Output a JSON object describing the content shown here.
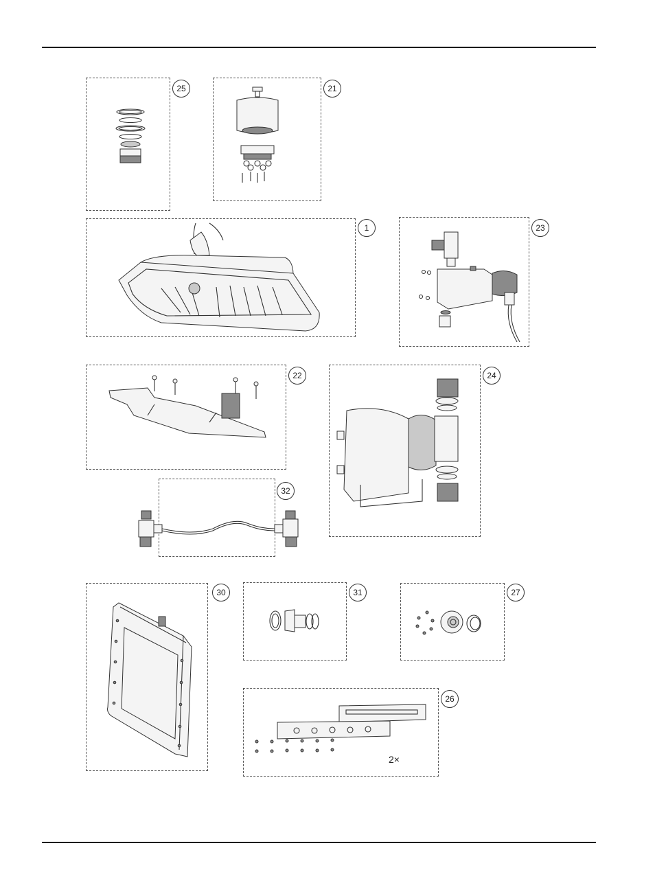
{
  "callouts": {
    "p25": "25",
    "p21": "21",
    "p1": "1",
    "p23": "23",
    "p22": "22",
    "p24": "24",
    "p32": "32",
    "p30": "30",
    "p31": "31",
    "p27": "27",
    "p26": "26"
  },
  "labels": {
    "qty26": "2×"
  }
}
